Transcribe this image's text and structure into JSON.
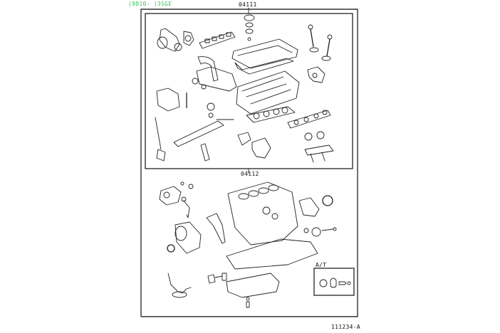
{
  "header": {
    "applicability_code": "(9810-    )3SGE",
    "colors": {
      "applicability": "#39c65a"
    }
  },
  "groups": [
    {
      "part_number": "04111",
      "description_icon": "engine-overhaul-gasket-kit-head"
    },
    {
      "part_number": "04112",
      "description_icon": "engine-overhaul-gasket-kit-block"
    }
  ],
  "inset": {
    "label": "A/T"
  },
  "footer": {
    "illustration_id": "111234-A"
  }
}
